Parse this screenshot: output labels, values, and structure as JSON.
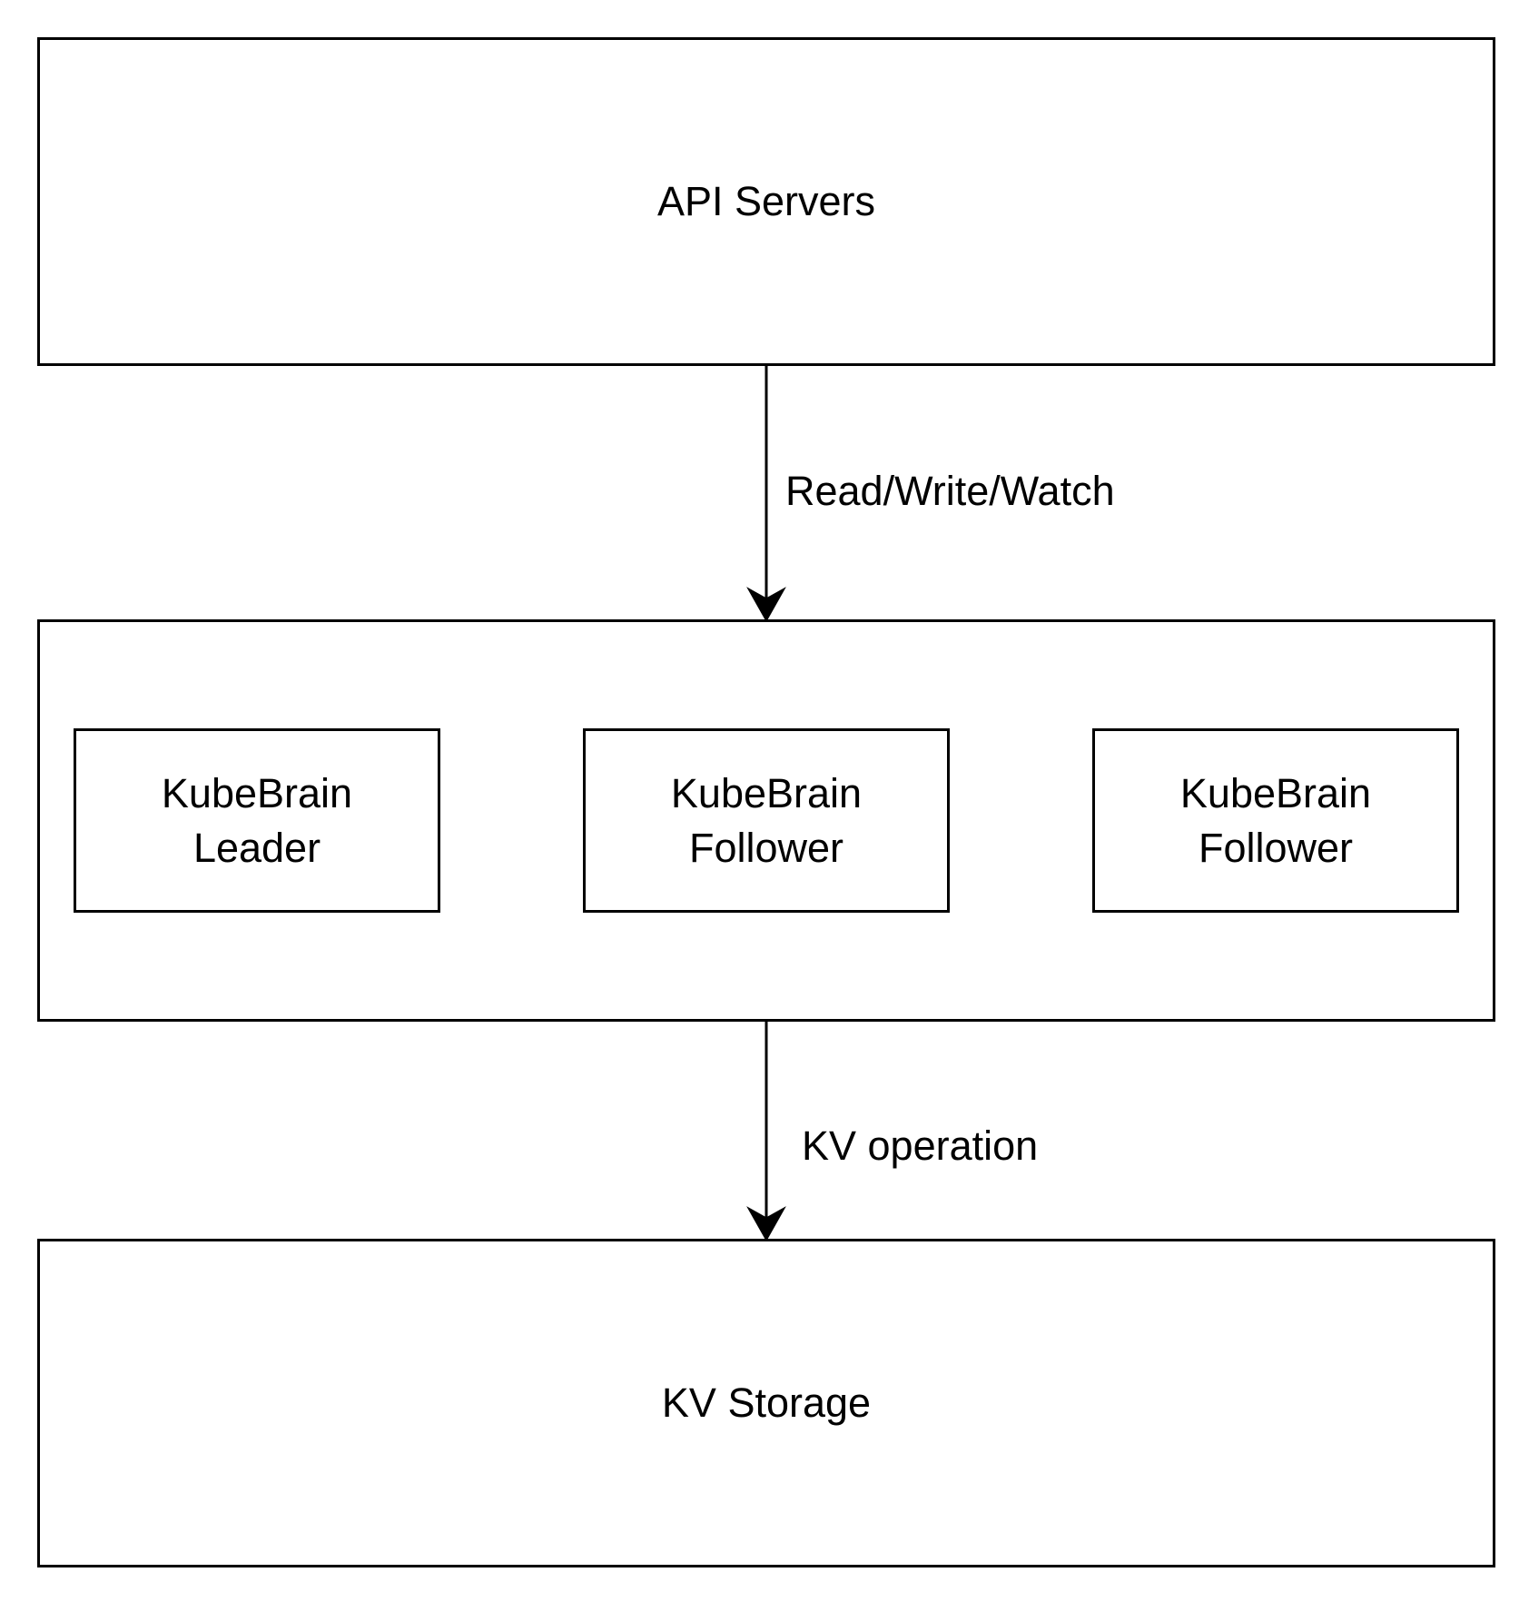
{
  "diagram": {
    "api_servers": {
      "label": "API Servers"
    },
    "kubebrain_group": {
      "nodes": [
        {
          "label": "KubeBrain\nLeader"
        },
        {
          "label": "KubeBrain\nFollower"
        },
        {
          "label": "KubeBrain\nFollower"
        }
      ]
    },
    "kv_storage": {
      "label": "KV Storage"
    },
    "edges": [
      {
        "from": "API Servers",
        "to": "KubeBrain",
        "label": "Read/Write/Watch"
      },
      {
        "from": "KubeBrain",
        "to": "KV Storage",
        "label": "KV operation"
      }
    ],
    "colors": {
      "stroke": "#000000",
      "background": "#ffffff"
    }
  }
}
